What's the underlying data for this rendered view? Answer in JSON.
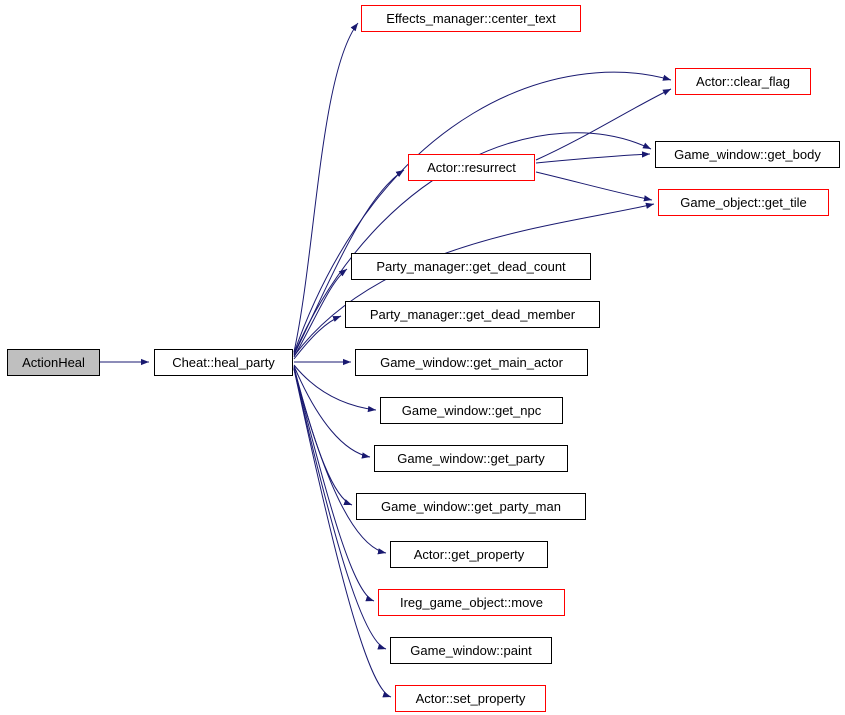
{
  "diagram": {
    "type": "call-graph",
    "nodes": [
      {
        "id": "actionheal",
        "label": "ActionHeal",
        "border": "black",
        "fill": "#bfbfbf",
        "current": true
      },
      {
        "id": "heal-party",
        "label": "Cheat::heal_party",
        "border": "black",
        "fill": "#ffffff"
      },
      {
        "id": "center-text",
        "label": "Effects_manager::center_text",
        "border": "red",
        "fill": "#ffffff"
      },
      {
        "id": "clear-flag",
        "label": "Actor::clear_flag",
        "border": "red",
        "fill": "#ffffff"
      },
      {
        "id": "resurrect",
        "label": "Actor::resurrect",
        "border": "red",
        "fill": "#ffffff"
      },
      {
        "id": "get-body",
        "label": "Game_window::get_body",
        "border": "black",
        "fill": "#ffffff"
      },
      {
        "id": "get-tile",
        "label": "Game_object::get_tile",
        "border": "red",
        "fill": "#ffffff"
      },
      {
        "id": "get-dead-count",
        "label": "Party_manager::get_dead_count",
        "border": "black",
        "fill": "#ffffff"
      },
      {
        "id": "get-dead-member",
        "label": "Party_manager::get_dead_member",
        "border": "black",
        "fill": "#ffffff"
      },
      {
        "id": "get-main-actor",
        "label": "Game_window::get_main_actor",
        "border": "black",
        "fill": "#ffffff"
      },
      {
        "id": "get-npc",
        "label": "Game_window::get_npc",
        "border": "black",
        "fill": "#ffffff"
      },
      {
        "id": "get-party",
        "label": "Game_window::get_party",
        "border": "black",
        "fill": "#ffffff"
      },
      {
        "id": "get-party-man",
        "label": "Game_window::get_party_man",
        "border": "black",
        "fill": "#ffffff"
      },
      {
        "id": "get-property",
        "label": "Actor::get_property",
        "border": "black",
        "fill": "#ffffff"
      },
      {
        "id": "move",
        "label": "Ireg_game_object::move",
        "border": "red",
        "fill": "#ffffff"
      },
      {
        "id": "paint",
        "label": "Game_window::paint",
        "border": "black",
        "fill": "#ffffff"
      },
      {
        "id": "set-property",
        "label": "Actor::set_property",
        "border": "red",
        "fill": "#ffffff"
      }
    ],
    "edges": [
      {
        "from": "actionheal",
        "to": "heal-party"
      },
      {
        "from": "heal-party",
        "to": "center-text"
      },
      {
        "from": "heal-party",
        "to": "clear-flag"
      },
      {
        "from": "heal-party",
        "to": "get-body"
      },
      {
        "from": "heal-party",
        "to": "get-tile"
      },
      {
        "from": "heal-party",
        "to": "resurrect"
      },
      {
        "from": "heal-party",
        "to": "get-dead-count"
      },
      {
        "from": "heal-party",
        "to": "get-dead-member"
      },
      {
        "from": "heal-party",
        "to": "get-main-actor"
      },
      {
        "from": "heal-party",
        "to": "get-npc"
      },
      {
        "from": "heal-party",
        "to": "get-party"
      },
      {
        "from": "heal-party",
        "to": "get-party-man"
      },
      {
        "from": "heal-party",
        "to": "get-property"
      },
      {
        "from": "heal-party",
        "to": "move"
      },
      {
        "from": "heal-party",
        "to": "paint"
      },
      {
        "from": "heal-party",
        "to": "set-property"
      },
      {
        "from": "resurrect",
        "to": "clear-flag"
      },
      {
        "from": "resurrect",
        "to": "get-body"
      },
      {
        "from": "resurrect",
        "to": "get-tile"
      }
    ]
  },
  "colors": {
    "edge": "#191970",
    "node_border": "#000000",
    "red_border": "#ff0000",
    "node_fill": "#ffffff",
    "start_fill": "#bfbfbf",
    "page_bg": "#ffffff",
    "text": "#000000"
  }
}
